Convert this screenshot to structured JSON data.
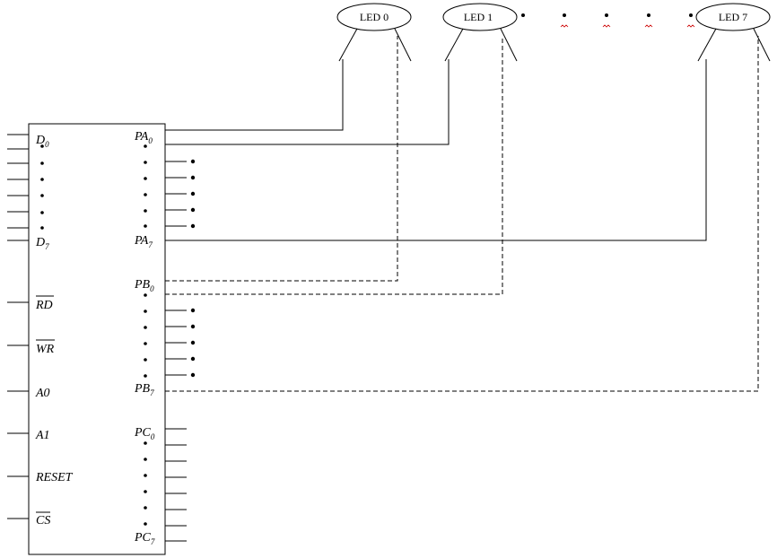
{
  "chip": {
    "left_pins": [
      {
        "base": "D",
        "sub": "0",
        "over": false
      },
      {
        "base": "D",
        "sub": "7",
        "over": false
      },
      {
        "base": "RD",
        "sub": "",
        "over": true
      },
      {
        "base": "WR",
        "sub": "",
        "over": true
      },
      {
        "base": "A0",
        "sub": "",
        "over": false
      },
      {
        "base": "A1",
        "sub": "",
        "over": false
      },
      {
        "base": "RESET",
        "sub": "",
        "over": false
      },
      {
        "base": "CS",
        "sub": "",
        "over": true
      }
    ],
    "right_pins": [
      {
        "base": "PA",
        "sub": "0"
      },
      {
        "base": "PA",
        "sub": "7"
      },
      {
        "base": "PB",
        "sub": "0"
      },
      {
        "base": "PB",
        "sub": "7"
      },
      {
        "base": "PC",
        "sub": "0"
      },
      {
        "base": "PC",
        "sub": "7"
      }
    ]
  },
  "leds": [
    {
      "label": "LED 0"
    },
    {
      "label": "LED 1"
    },
    {
      "label": "LED 7"
    }
  ],
  "colors": {
    "ink": "#000000",
    "background": "#ffffff",
    "squiggle": "#cc0000"
  }
}
